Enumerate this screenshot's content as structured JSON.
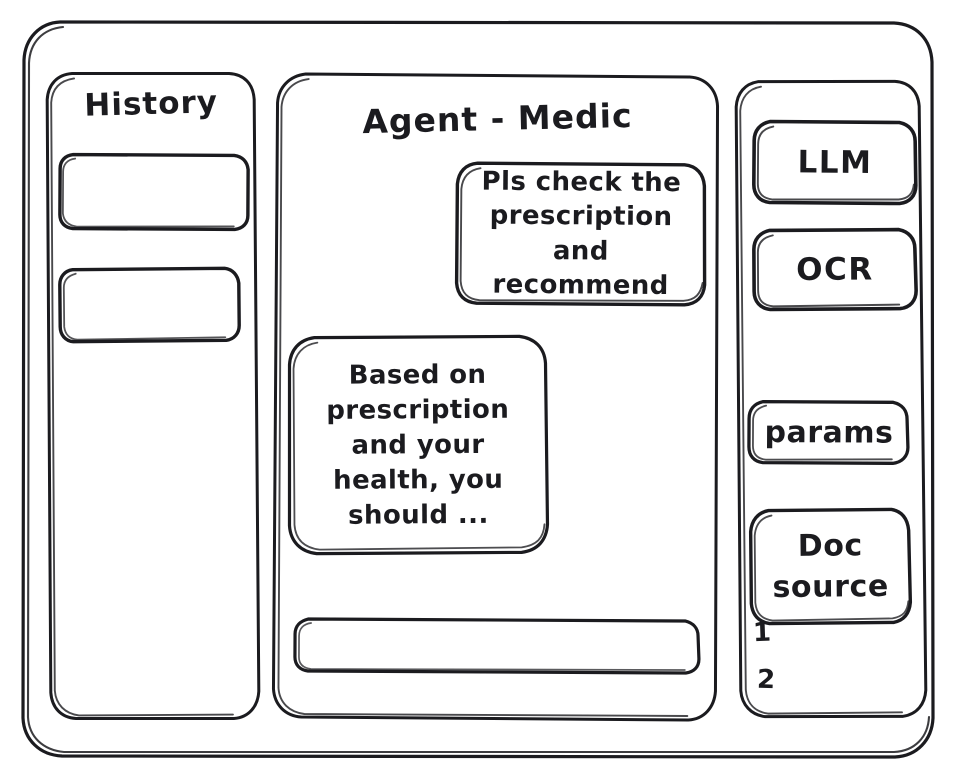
{
  "window": {
    "name": "agent-medic-wireframe"
  },
  "sidebar_left": {
    "title": "History",
    "items": [
      {
        "label": ""
      },
      {
        "label": ""
      }
    ]
  },
  "main": {
    "title": "Agent - Medic",
    "messages": [
      {
        "role": "user",
        "text": "Pls check the\nprescription\nand recommend"
      },
      {
        "role": "assistant",
        "text": "Based on\nprescription\nand your\nhealth, you\nshould ..."
      }
    ],
    "composer": {
      "value": "",
      "placeholder": ""
    }
  },
  "sidebar_right": {
    "tools": [
      {
        "label": "LLM"
      },
      {
        "label": "OCR"
      }
    ],
    "settings": {
      "label": "params"
    },
    "doc_source": {
      "label": "Doc\nsource",
      "items": [
        "1",
        "2"
      ]
    }
  },
  "style": {
    "ink": "#1b1b1f",
    "paper": "#ffffff"
  }
}
